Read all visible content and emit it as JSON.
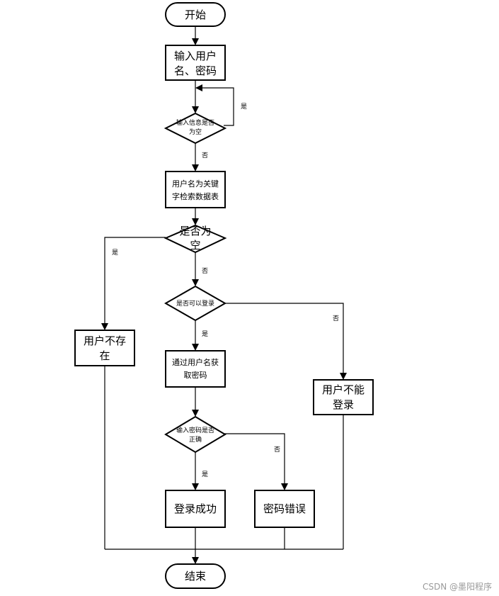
{
  "flowchart": {
    "nodes": {
      "start": "开始",
      "input": [
        "输入用户",
        "名、密码"
      ],
      "check_empty": [
        "输入信息是否",
        "为空"
      ],
      "search_db": [
        "用户名为关键",
        "字检索数据表"
      ],
      "is_null": [
        "是否为",
        "空"
      ],
      "user_not_exist": [
        "用户不存",
        "在"
      ],
      "can_login": "是否可以登录",
      "get_password": [
        "通过用户名获",
        "取密码"
      ],
      "cannot_login": [
        "用户不能",
        "登录"
      ],
      "password_correct": [
        "输入密码是否",
        "正确"
      ],
      "login_success": "登录成功",
      "password_error": "密码错误",
      "end": "结束"
    },
    "edge_labels": {
      "check_empty_yes": "是",
      "check_empty_no": "否",
      "is_null_yes": "是",
      "is_null_no": "否",
      "can_login_yes": "是",
      "can_login_no": "否",
      "password_yes": "是",
      "password_no": "否"
    }
  },
  "watermark": "CSDN @墨阳程序"
}
